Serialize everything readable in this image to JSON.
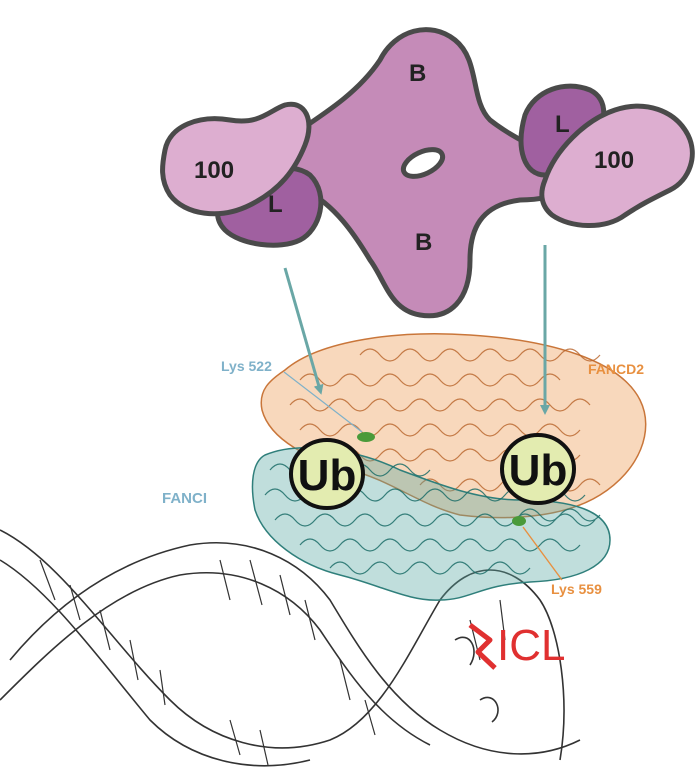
{
  "complex": {
    "left_100": "100",
    "left_L": "L",
    "top_B": "B",
    "bottom_B": "B",
    "right_L": "L",
    "right_100": "100"
  },
  "proteins": {
    "fancd2": "FANCD2",
    "fanci": "FANCI",
    "lys522": "Lys 522",
    "lys559": "Lys 559",
    "ub_left": "Ub",
    "ub_right": "Ub"
  },
  "lesion": {
    "icl": "ICL"
  },
  "colors": {
    "complex_fill": "#c58bb8",
    "complex_dark": "#a060a0",
    "complex_light": "#ddaed0",
    "outline": "#4a4a4a",
    "arrow": "#6aa7a6",
    "fancd2": "#f0a86a",
    "fanci": "#5aa8a4",
    "ub_fill": "#e3ecb0",
    "lys_label": "#7fb1c9",
    "icl": "#e03030"
  }
}
